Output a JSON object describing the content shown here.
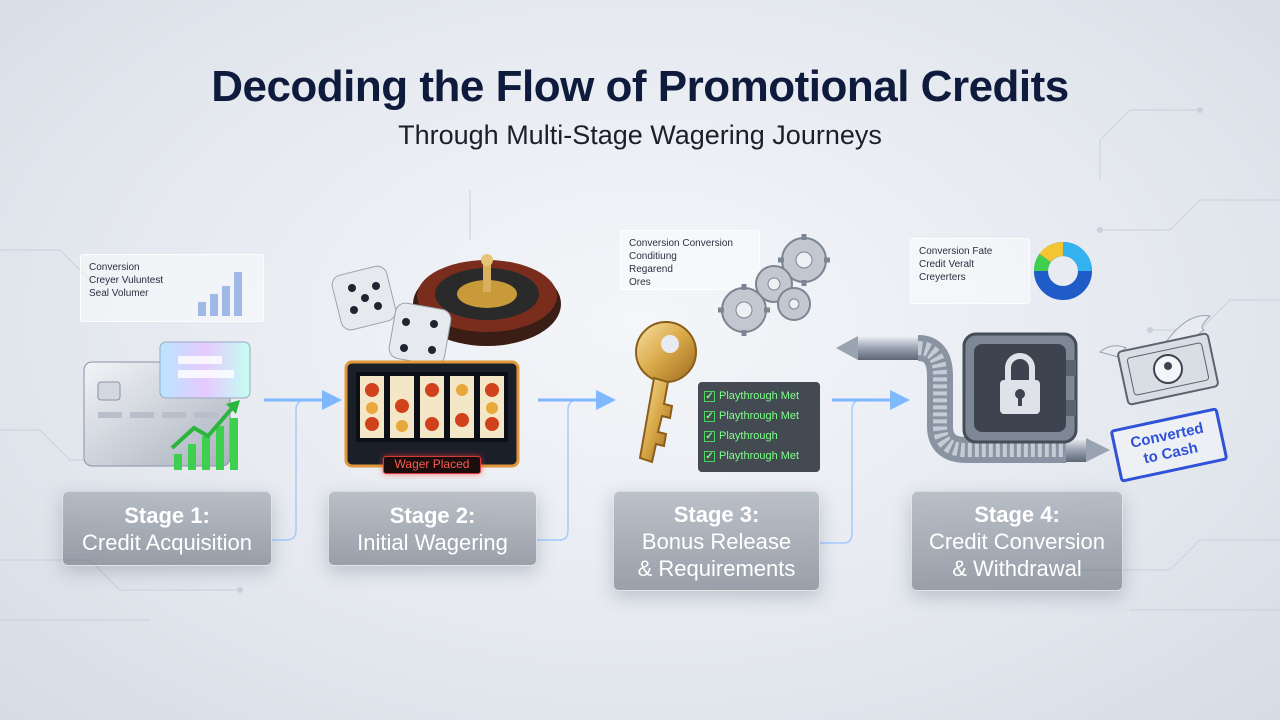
{
  "title": "Decoding the Flow of Promotional Credits",
  "subtitle": "Through Multi-Stage Wagering Journeys",
  "stages": [
    {
      "title": "Stage 1:",
      "line1": "Credit Acquisition",
      "line2": ""
    },
    {
      "title": "Stage 2:",
      "line1": "Initial Wagering",
      "line2": ""
    },
    {
      "title": "Stage 3:",
      "line1": "Bonus Release",
      "line2": "& Requirements"
    },
    {
      "title": "Stage 4:",
      "line1": "Credit Conversion",
      "line2": "& Withdrawal"
    }
  ],
  "panels": {
    "stage1": [
      "Conversion",
      "Creyer Vuluntest",
      "Seal Volumer"
    ],
    "stage3": [
      "Conversion Conversion",
      "Conditiung",
      "Regarend",
      "Ores"
    ],
    "stage4": [
      "Conversion Fate",
      "Credit Veralt",
      "Creyerters"
    ]
  },
  "wager_badge": "Wager Placed",
  "checklist": [
    "Playthrough Met",
    "Playthrough Met",
    "Playthrough",
    "Playthrough Met"
  ],
  "stamp": {
    "line1": "Converted",
    "line2": "to Cash"
  },
  "colors": {
    "title": "#0f1b3d",
    "arrow": "#7fb8ff",
    "check": "#7dff8a",
    "stamp": "#2f52d8",
    "badge": "#ff5a50"
  },
  "icons": [
    "credit-card-icon",
    "growth-chart-icon",
    "dice-icon",
    "roulette-wheel-icon",
    "slot-machine-icon",
    "key-icon",
    "gears-icon",
    "vault-icon",
    "pipe-icon",
    "winged-money-icon",
    "donut-chart-icon"
  ]
}
